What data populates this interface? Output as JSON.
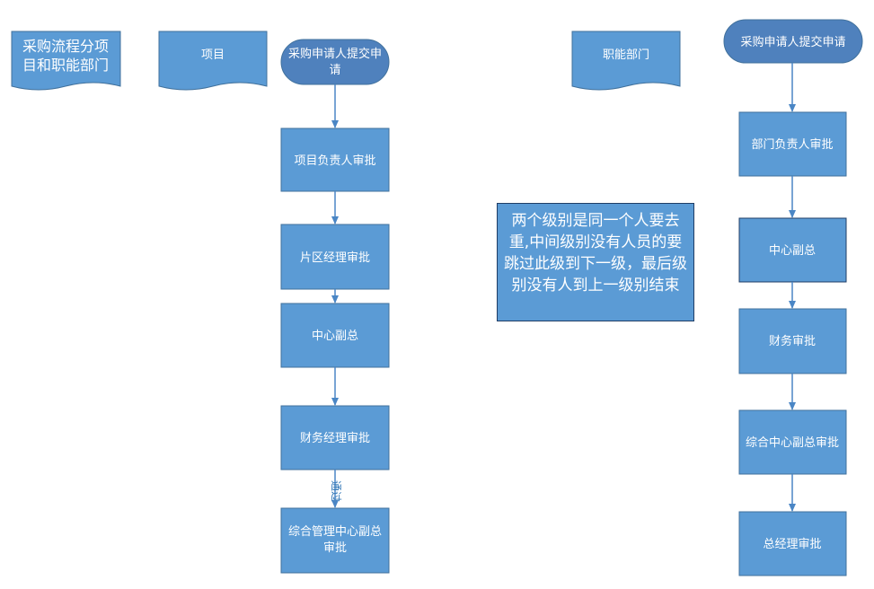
{
  "colors": {
    "box_fill": "#5b9bd5",
    "box_stroke": "#41719c",
    "terminator_fill": "#4f81bd",
    "arrow": "#4a86c5",
    "text": "#ffffff",
    "dark_border": "#1f3d66"
  },
  "title_doc": {
    "line1": "采购流程分项",
    "line2": "目和职能部门"
  },
  "project_doc": {
    "label": "项目"
  },
  "function_doc": {
    "label": "职能部门"
  },
  "project_flow": {
    "start": {
      "line1": "采购申请人提交申",
      "line2": "请"
    },
    "steps": [
      {
        "line1": "项目负责人审批",
        "line2": ""
      },
      {
        "line1": "片区经理审批",
        "line2": ""
      },
      {
        "line1": "中心副总",
        "line2": ""
      },
      {
        "line1": "财务经理审批",
        "line2": ""
      },
      {
        "line1": "综合管理中心副总",
        "line2": "审批"
      }
    ],
    "pass_label": "通过"
  },
  "function_flow": {
    "start": {
      "label": "采购申请人提交申请"
    },
    "steps": [
      {
        "label": "部门负责人审批"
      },
      {
        "label": "中心副总"
      },
      {
        "label": "财务审批"
      },
      {
        "label": "综合中心副总审批"
      },
      {
        "label": "总经理审批"
      }
    ]
  },
  "note": {
    "text": "两个级别是同一个人要去重,中间级别没有人员的要跳过此级到下一级，最后级别没有人到上一级别结束"
  }
}
